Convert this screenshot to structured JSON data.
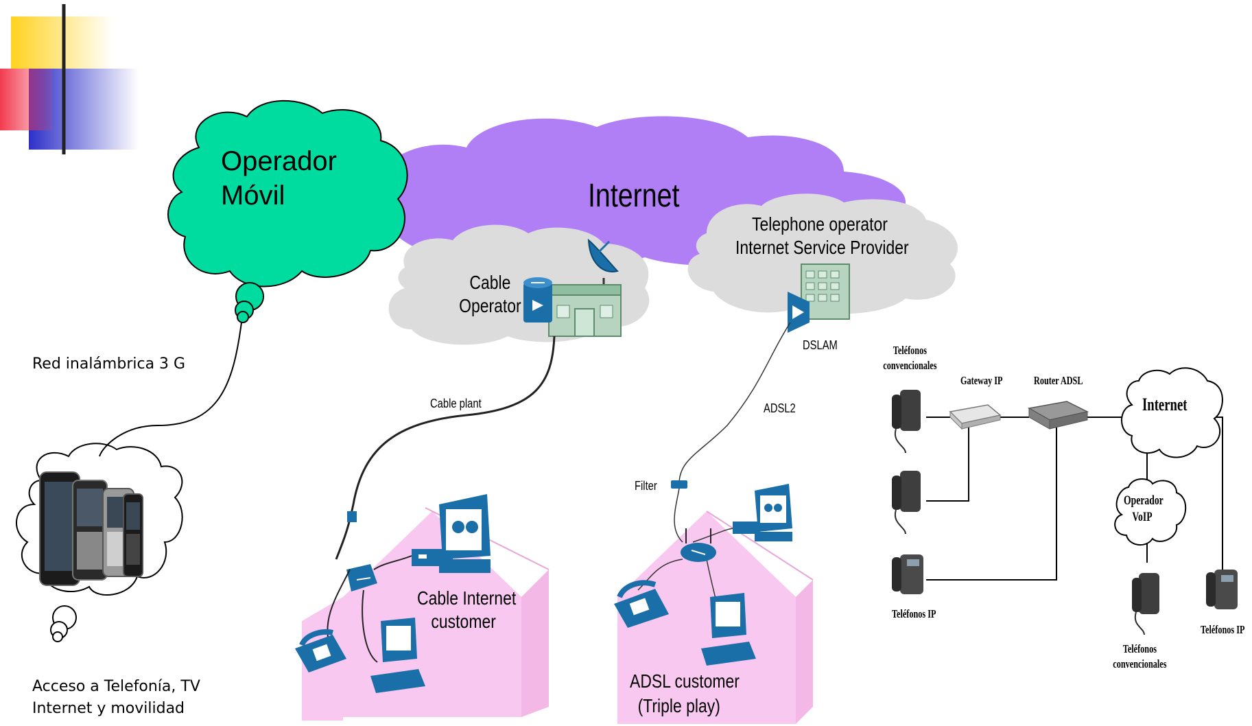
{
  "clouds": {
    "mobile_operator": [
      "Operador",
      "Móvil"
    ],
    "internet": "Internet",
    "cable_operator": [
      "Cable",
      "Operator"
    ],
    "telephone_operator": [
      "Telephone operator",
      "Internet Service Provider"
    ]
  },
  "labels": {
    "dslam": "DSLAM",
    "cable_plant": "Cable plant",
    "adsl2": "ADSL2",
    "filter": "Filter",
    "wireless": "Red inalámbrica 3 G",
    "access": [
      "Acceso a Telefonía, TV",
      "Internet y movilidad"
    ],
    "cable_customer": [
      "Cable Internet",
      "customer"
    ],
    "adsl_customer": [
      "ADSL customer",
      "(Triple play)"
    ]
  },
  "voip_diagram": {
    "conventional_phones": [
      "Teléfonos",
      "convencionales"
    ],
    "gateway": "Gateway IP",
    "router": "Router ADSL",
    "internet": "Internet",
    "voip_operator": [
      "Operador",
      "VoIP"
    ],
    "ip_phones_left": "Teléfonos IP",
    "conventional_phones_bottom": [
      "Teléfonos",
      "convencionales"
    ],
    "ip_phones_right": "Teléfonos IP"
  },
  "colors": {
    "internet_cloud": "#b07ff6",
    "mobile_cloud": "#00dca0",
    "gray_cloud": "#dcdcdc",
    "house": "#f9c8f0",
    "device_blue": "#1a6fa8",
    "deco_yellow": "#ffd21e",
    "deco_red": "#f23b4f",
    "deco_blue": "#2d2fc8"
  }
}
